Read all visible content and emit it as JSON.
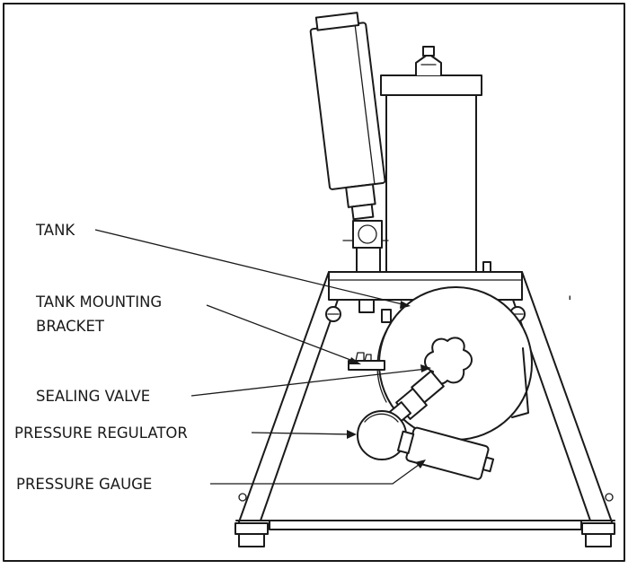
{
  "labels": {
    "tank": "TANK",
    "tank_mounting_bracket_line1": "TANK MOUNTING",
    "tank_mounting_bracket_line2": "BRACKET",
    "sealing_valve": "SEALING VALVE",
    "pressure_regulator": "PRESSURE REGULATOR",
    "pressure_gauge": "PRESSURE GAUGE"
  },
  "stray_mark": "'"
}
